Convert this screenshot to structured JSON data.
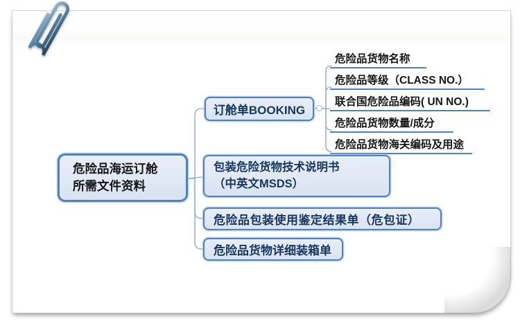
{
  "title": "危险品海运订舱所需文件资料",
  "colors": {
    "node_border": "#4f81bd",
    "node_fill": "#dce6f1",
    "node_text": "#17365d",
    "root_text": "#161616",
    "subtopic_text": "#161616",
    "subtopic_underline": "#4f81bd",
    "connector_line": "#9db4d6",
    "paperclip": "#5d87a6"
  },
  "icons": {
    "paperclip": "paperclip-icon",
    "collapse_handle": "collapse-handle-circle"
  },
  "mindmap": {
    "root": {
      "line1": "危险品海运订舱",
      "line2": "所需文件资料"
    },
    "branches": [
      {
        "label": "订舱单BOOKING",
        "children": [
          "危险品货物名称",
          "危险品等级（CLASS NO.）",
          "联合国危险品编码( UN NO.)",
          "危险品货物数量/成分",
          "危险品货物海关编码及用途"
        ]
      },
      {
        "line1": "包装危险货物技术说明书",
        "line2": "（中英文MSDS）"
      },
      {
        "label": "危险品包装使用鉴定结果单（危包证）"
      },
      {
        "label": "危险品货物详细装箱单"
      }
    ]
  }
}
